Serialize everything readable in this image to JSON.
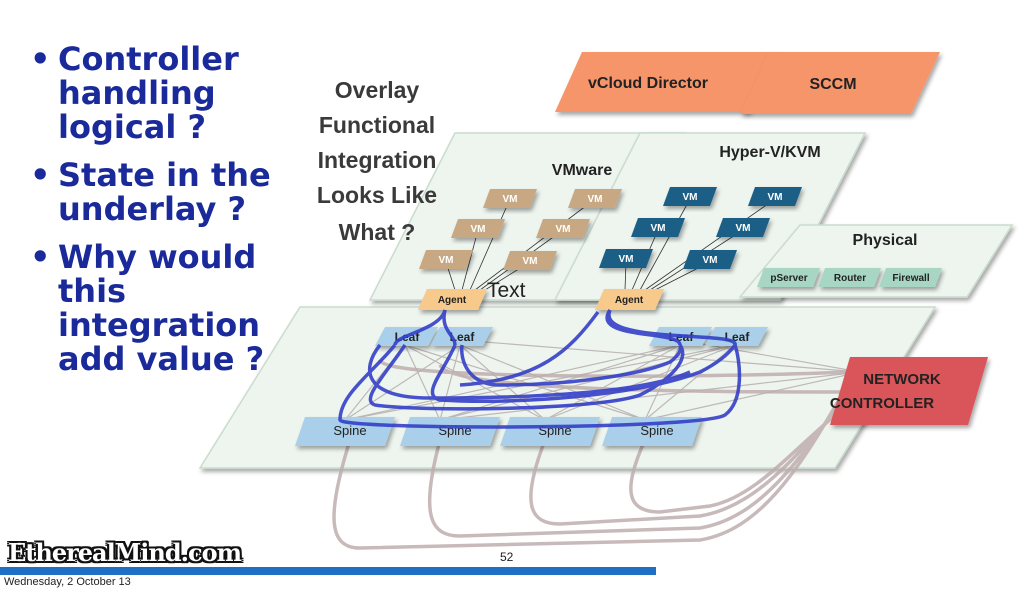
{
  "bullets": [
    "Controller handling logical ?",
    "State in the underlay ?",
    "Why would this integration add value ?"
  ],
  "diagram": {
    "title_lines": [
      "Overlay",
      "Functional",
      "Integration",
      "Looks Like",
      "What ?"
    ],
    "managers": [
      "vCloud Director",
      "SCCM"
    ],
    "vmware": {
      "label": "VMware",
      "vm_label": "VM",
      "agent_label": "Agent"
    },
    "hyperv": {
      "label": "Hyper-V/KVM",
      "vm_label": "VM",
      "agent_label": "Agent"
    },
    "physical": {
      "label": "Physical",
      "devices": [
        "pServer",
        "Router",
        "Firewall"
      ]
    },
    "stray_text": "Text",
    "leaf_label": "Leaf",
    "spine_label": "Spine",
    "controller_lines": [
      "NETWORK",
      "CONTROLLER"
    ]
  },
  "footer": {
    "brand": "EtherealMind.com",
    "slide_number": "52",
    "date": "Wednesday, 2 October 13"
  },
  "colors": {
    "bullet_text": "#1a2a9a",
    "manager_fill": "#f6946a",
    "vm_vmware": "#c8a882",
    "vm_hyperv": "#1e5e86",
    "agent": "#f7c98a",
    "device": "#a8d6c4",
    "switch": "#a9cfea",
    "controller": "#d9545a",
    "blue_links": "#3440c8",
    "footer_bar": "#1f6fc4"
  }
}
